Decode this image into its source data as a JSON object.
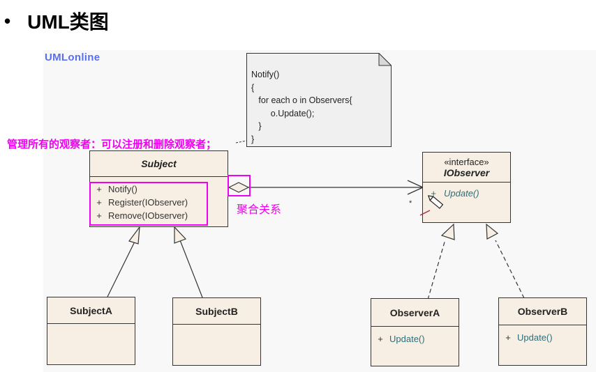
{
  "heading": {
    "bullet": "•",
    "title": "UML类图"
  },
  "canvas": {
    "logo": "UMLonline",
    "background": "#f8f8f8"
  },
  "note": {
    "lines": [
      "Notify()",
      "{",
      "   for each o in Observers{",
      "        o.Update();",
      "   }",
      "}"
    ]
  },
  "annotations": {
    "subject_comment": "管理所有的观察者：可以注册和删除观察者；",
    "aggregation_label": "聚合关系",
    "highlight_color": "#f000f0"
  },
  "classes": {
    "subject": {
      "name": "Subject",
      "abstract": true,
      "operations": [
        {
          "visibility": "+",
          "signature": "Notify()"
        },
        {
          "visibility": "+",
          "signature": "Register(IObserver)"
        },
        {
          "visibility": "+",
          "signature": "Remove(IObserver)"
        }
      ]
    },
    "iobserver": {
      "stereotype": "«interface»",
      "name": "IObserver",
      "operations": [
        {
          "visibility": "+",
          "signature": "Update()"
        }
      ]
    },
    "subjectA": {
      "name": "SubjectA",
      "operations": []
    },
    "subjectB": {
      "name": "SubjectB",
      "operations": []
    },
    "observerA": {
      "name": "ObserverA",
      "operations": [
        {
          "visibility": "+",
          "signature": "Update()"
        }
      ]
    },
    "observerB": {
      "name": "ObserverB",
      "operations": [
        {
          "visibility": "+",
          "signature": "Update()"
        }
      ]
    }
  },
  "relations": [
    {
      "type": "aggregation",
      "from": "Subject",
      "to": "IObserver",
      "multiplicity_target": "*"
    },
    {
      "type": "generalization",
      "from": "SubjectA",
      "to": "Subject"
    },
    {
      "type": "generalization",
      "from": "SubjectB",
      "to": "Subject"
    },
    {
      "type": "realization",
      "from": "ObserverA",
      "to": "IObserver"
    },
    {
      "type": "realization",
      "from": "ObserverB",
      "to": "IObserver"
    },
    {
      "type": "note-anchor",
      "from": "note",
      "to": "Subject"
    }
  ],
  "colors": {
    "class_fill": "#f7efe3",
    "line": "#333333",
    "logo": "#5a6ef0"
  }
}
